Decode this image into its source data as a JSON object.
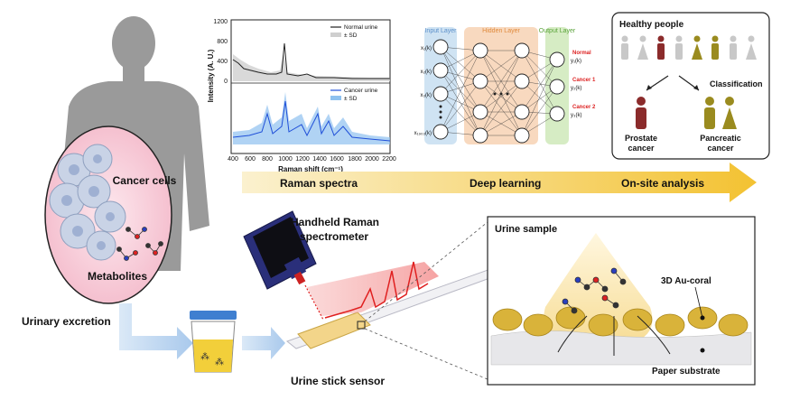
{
  "labels": {
    "cancer_cells": "Cancer cells",
    "metabolites": "Metabolites",
    "urinary_excretion": "Urinary excretion",
    "urine_stick_sensor": "Urine stick sensor",
    "handheld_line1": "Handheld Raman",
    "handheld_line2": "spectrometer",
    "urine_sample": "Urine sample",
    "au_coral": "3D Au-coral",
    "paper_substrate": "Paper substrate"
  },
  "pipeline": {
    "step1": "Raman spectra",
    "step2": "Deep learning",
    "step3": "On-site analysis"
  },
  "spectra": {
    "ylabel": "Intensity (A. U.)",
    "xlabel": "Raman shift (cm⁻¹)",
    "yticks": [
      "1200",
      "800",
      "400",
      "0"
    ],
    "xticks": [
      "400",
      "600",
      "800",
      "1000",
      "1200",
      "1400",
      "1600",
      "1800",
      "2000",
      "2200"
    ],
    "legend_top": [
      "Normal urine",
      "± SD"
    ],
    "legend_bottom": [
      "Cancer urine",
      "± SD"
    ]
  },
  "network": {
    "input_layer": "Input Layer",
    "hidden_layer": "Hidden Layer",
    "output_layer": "Output Layer",
    "inputs": [
      "x₁(k)",
      "x₂(k)",
      "x₃(k)",
      "x₁₉₀₃(k)"
    ],
    "outputs": [
      "y₁(k)",
      "y₂(k)",
      "y₃(k)"
    ],
    "classes": [
      "Normal",
      "Cancer 1",
      "Cancer 2"
    ]
  },
  "classification": {
    "title": "Healthy people",
    "label": "Classification",
    "prostate_1": "Prostate",
    "prostate_2": "cancer",
    "pancreatic_1": "Pancreatic",
    "pancreatic_2": "cancer"
  },
  "colors": {
    "arrow": "#f5c842",
    "normal_spectrum": "#222222",
    "cancer_spectrum": "#1f4fd8",
    "input_band": "#cfe3f3",
    "hidden_band": "#f8d9bf",
    "output_band": "#d6ecc4",
    "prostate": "#8b2b2b",
    "pancreatic": "#9a8b1f",
    "au_coral": "#d9b33a",
    "laser": "#e02020"
  }
}
